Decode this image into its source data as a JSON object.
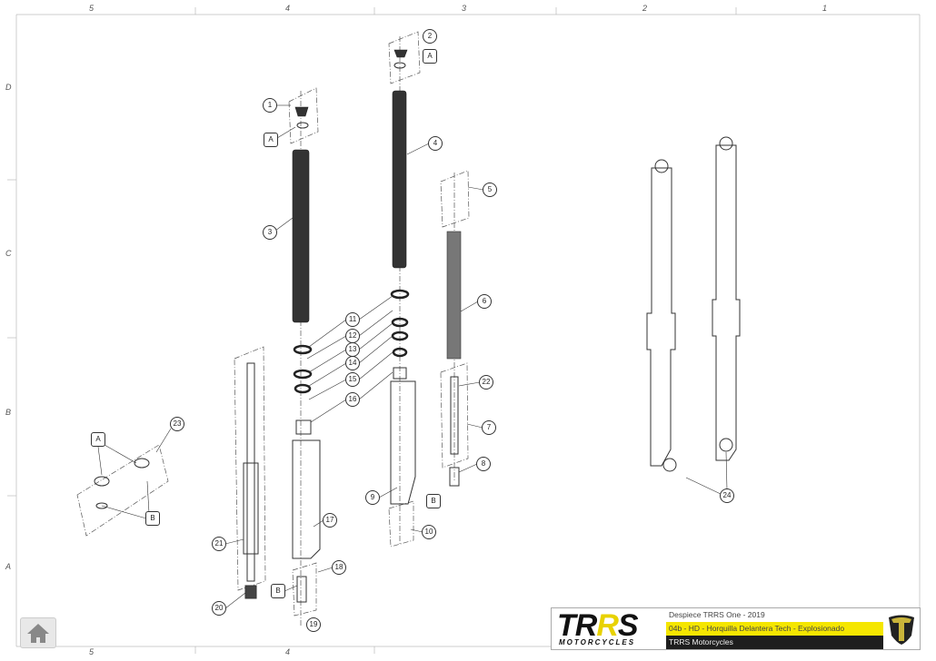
{
  "zones": {
    "columns_top": [
      "5",
      "4",
      "3",
      "2",
      "1"
    ],
    "columns_bottom": [
      "5",
      "4"
    ],
    "rows": [
      "D",
      "C",
      "B",
      "A"
    ]
  },
  "callouts": [
    {
      "label": "1",
      "shape": "circle"
    },
    {
      "label": "A",
      "shape": "hex"
    },
    {
      "label": "2",
      "shape": "circle"
    },
    {
      "label": "A",
      "shape": "hex"
    },
    {
      "label": "4",
      "shape": "circle"
    },
    {
      "label": "3",
      "shape": "circle"
    },
    {
      "label": "5",
      "shape": "circle"
    },
    {
      "label": "6",
      "shape": "circle"
    },
    {
      "label": "11",
      "shape": "circle"
    },
    {
      "label": "12",
      "shape": "circle"
    },
    {
      "label": "13",
      "shape": "circle"
    },
    {
      "label": "14",
      "shape": "circle"
    },
    {
      "label": "15",
      "shape": "circle"
    },
    {
      "label": "16",
      "shape": "circle"
    },
    {
      "label": "22",
      "shape": "circle"
    },
    {
      "label": "7",
      "shape": "circle"
    },
    {
      "label": "8",
      "shape": "circle"
    },
    {
      "label": "23",
      "shape": "circle"
    },
    {
      "label": "A",
      "shape": "hex"
    },
    {
      "label": "B",
      "shape": "hex"
    },
    {
      "label": "9",
      "shape": "circle"
    },
    {
      "label": "B",
      "shape": "hex"
    },
    {
      "label": "10",
      "shape": "circle"
    },
    {
      "label": "17",
      "shape": "circle"
    },
    {
      "label": "21",
      "shape": "circle"
    },
    {
      "label": "18",
      "shape": "circle"
    },
    {
      "label": "B",
      "shape": "hex"
    },
    {
      "label": "20",
      "shape": "circle"
    },
    {
      "label": "19",
      "shape": "circle"
    },
    {
      "label": "24",
      "shape": "circle"
    }
  ],
  "title_block": {
    "logo_main_a": "TR",
    "logo_main_b": "R",
    "logo_main_c": "S",
    "logo_sub": "MOTORCYCLES",
    "line1": "Despiece TRRS One - 2019",
    "line2": "04b - HD - Horquilla Delantera Tech - Explosionado",
    "line3": "TRRS Motorcycles"
  },
  "colors": {
    "accent": "#f5e600",
    "dark": "#1e1e1e"
  }
}
